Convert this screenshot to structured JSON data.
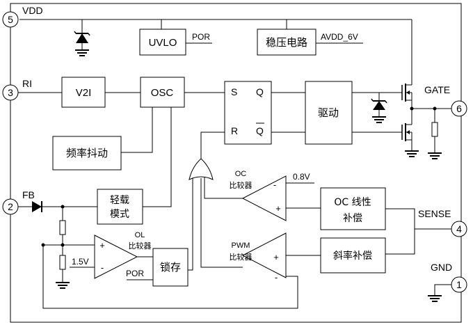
{
  "pins": {
    "vdd": {
      "num": "5",
      "name": "VDD"
    },
    "ri": {
      "num": "3",
      "name": "RI"
    },
    "fb": {
      "num": "2",
      "name": "FB"
    },
    "gate": {
      "num": "6",
      "name": "GATE"
    },
    "sense": {
      "num": "4",
      "name": "SENSE"
    },
    "gnd": {
      "num": "1",
      "name": "GND"
    }
  },
  "blocks": {
    "uvlo": "UVLO",
    "regulator": "稳压电路",
    "v2i": "V2I",
    "osc": "OSC",
    "freq_jitter": "频率抖动",
    "light_load_1": "轻载",
    "light_load_2": "模式",
    "driver": "驱动",
    "latch": "锁存",
    "oc_comp_1": "OC 线性",
    "oc_comp_2": "补偿",
    "slope_comp": "斜率补偿"
  },
  "signals": {
    "por": "POR",
    "por2": "POR",
    "avdd": "AVDD_6V",
    "ref_08": "0.8V",
    "ref_15": "1.5V",
    "s": "S",
    "q": "Q",
    "r": "R",
    "qb": "Q"
  },
  "comparators": {
    "oc_1": "OC",
    "oc_2": "比较器",
    "pwm_1": "PWM",
    "pwm_2": "比较器",
    "ol_1": "OL",
    "ol_2": "比较器",
    "plus": "+",
    "minus": "-"
  }
}
